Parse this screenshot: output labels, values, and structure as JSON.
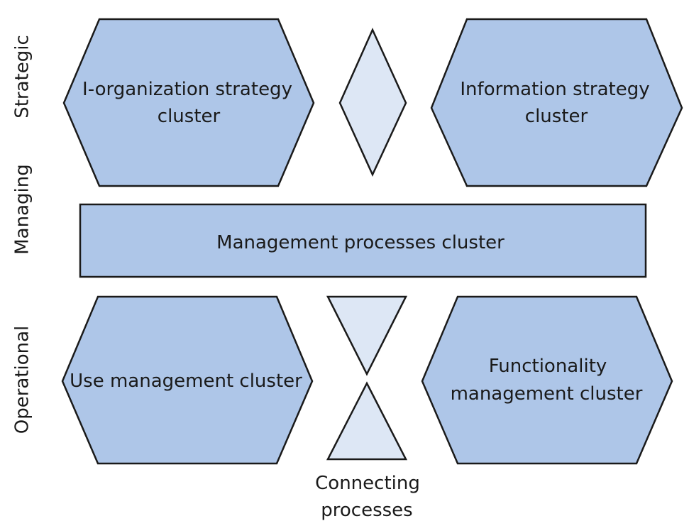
{
  "layers": {
    "strategic": "Strategic",
    "managing": "Managing",
    "operational": "Operational"
  },
  "clusters": {
    "i_organization_strategy": {
      "line1": "I-organization strategy",
      "line2": "cluster"
    },
    "information_strategy": {
      "line1": "Information strategy",
      "line2": "cluster"
    },
    "management_processes": {
      "line1": "Management processes cluster"
    },
    "use_management": {
      "line1": "Use management cluster"
    },
    "functionality_management": {
      "line1": "Functionality",
      "line2": "management cluster"
    }
  },
  "connecting": {
    "line1": "Connecting",
    "line2": "processes"
  },
  "colors": {
    "cluster_fill": "#aec6e8",
    "connector_fill": "#dde7f5",
    "stroke": "#1a1a1a"
  }
}
